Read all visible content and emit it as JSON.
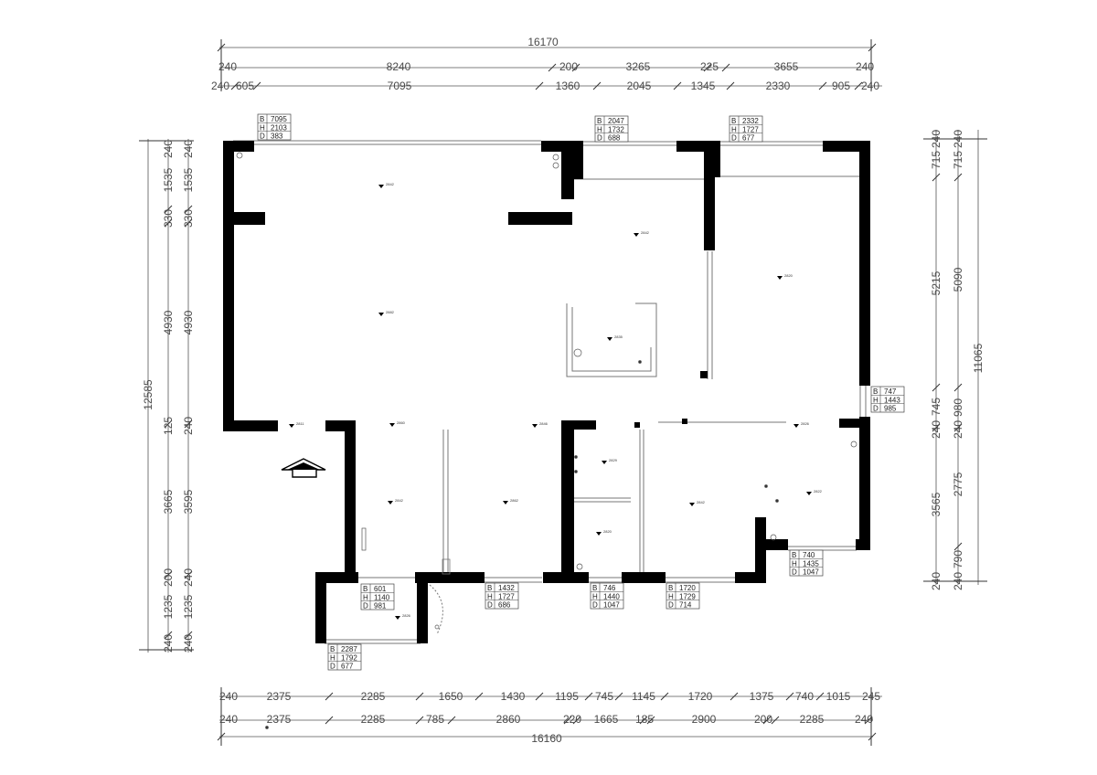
{
  "dims": {
    "top_total": "16170",
    "top_row2": [
      "240",
      "8240",
      "200",
      "3265",
      "225",
      "3655",
      "240"
    ],
    "top_row3": [
      "240",
      "605",
      "7095",
      "1360",
      "2045",
      "1345",
      "2330",
      "905",
      "240"
    ],
    "bottom_row1": [
      "240",
      "2375",
      "2285",
      "1650",
      "1430",
      "1195",
      "745",
      "1145",
      "1720",
      "1375",
      "740",
      "1015",
      "245"
    ],
    "bottom_row2": [
      "240",
      "2375",
      "2285",
      "785",
      "2860",
      "220",
      "1665",
      "185",
      "2900",
      "200",
      "2285",
      "240"
    ],
    "bottom_total": "16160",
    "left_total": "12585",
    "left_a": [
      "240",
      "1535",
      "330",
      "4930",
      "125",
      "3665",
      "200",
      "1235",
      "240"
    ],
    "left_b": [
      "240",
      "1535",
      "330",
      "4930",
      "240",
      "3595",
      "240",
      "1235",
      "240"
    ],
    "right_total": "11065",
    "right_a": [
      "715",
      "240",
      "5215",
      "745",
      "240",
      "3565",
      "240"
    ],
    "right_b": [
      "715",
      "240",
      "5090",
      "980",
      "240",
      "2775",
      "790",
      "240"
    ]
  },
  "windows": [
    {
      "B": "7095",
      "H": "2103",
      "D": "383"
    },
    {
      "B": "2047",
      "H": "1732",
      "D": "688"
    },
    {
      "B": "2332",
      "H": "1727",
      "D": "677"
    },
    {
      "B": "747",
      "H": "1443",
      "D": "985"
    },
    {
      "B": "601",
      "H": "1140",
      "D": "981"
    },
    {
      "B": "1432",
      "H": "1727",
      "D": "686"
    },
    {
      "B": "746",
      "H": "1440",
      "D": "1047"
    },
    {
      "B": "1720",
      "H": "1729",
      "D": "714"
    },
    {
      "B": "740",
      "H": "1435",
      "D": "1047"
    },
    {
      "B": "2287",
      "H": "1792",
      "D": "677"
    }
  ],
  "window_letters": [
    "B",
    "H",
    "D"
  ],
  "marks": [
    "2842",
    "2882",
    "2842",
    "2820",
    "2835",
    "2842",
    "2862",
    "2842",
    "2822",
    "2829",
    "2820",
    "2826",
    "2811",
    "2860",
    "2846",
    "2826"
  ]
}
